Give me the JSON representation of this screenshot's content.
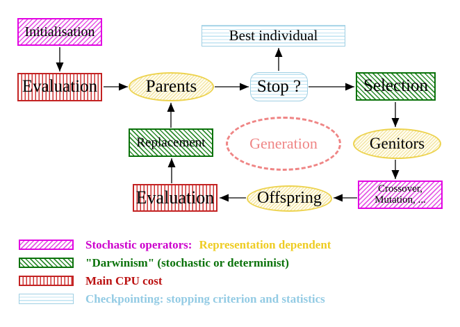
{
  "nodes": {
    "initialisation": "Initialisation",
    "evaluation_top": "Evaluation",
    "parents": "Parents",
    "best_individual": "Best individual",
    "stop": "Stop ?",
    "selection": "Selection",
    "replacement": "Replacement",
    "generation": "Generation",
    "genitors": "Genitors",
    "evaluation_bottom": "Evaluation",
    "offspring": "Offspring",
    "crossover_line1": "Crossover,",
    "crossover_line2": "Mutation, ..."
  },
  "legend": {
    "rows": [
      {
        "swatch": "magenta-hatch",
        "part1": "Stochastic operators:",
        "part1_color": "#cc00cc",
        "part2": "Representation dependent",
        "part2_color": "#eecc22"
      },
      {
        "swatch": "green-hatch",
        "text": "\"Darwinism\" (stochastic or determinist)",
        "color": "#0a720a"
      },
      {
        "swatch": "red-stripes",
        "text": "Main CPU cost",
        "color": "#bb1111"
      },
      {
        "swatch": "cyan-stripes",
        "text": "Checkpointing: stopping criterion and statistics",
        "color": "#93cbe4"
      }
    ]
  },
  "colors": {
    "magenta_border": "#e303e3",
    "green_border": "#0a720a",
    "red_border": "#c32222",
    "cyan_border": "#9fcfe3",
    "yellow_border": "#edd34f",
    "salmon_dashed": "#ef8585",
    "arrow": "#000000",
    "background": "#ffffff"
  }
}
